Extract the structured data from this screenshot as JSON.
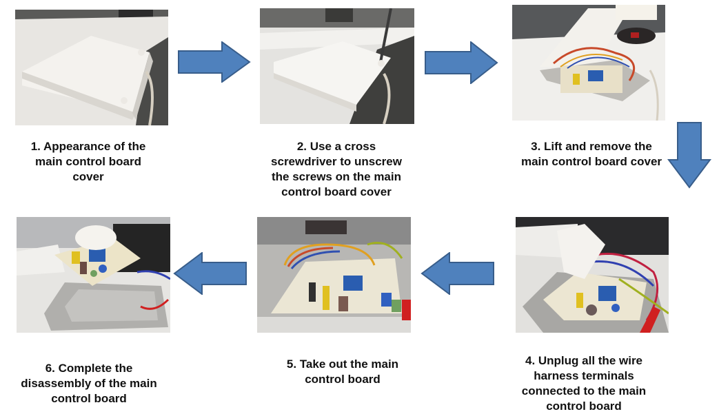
{
  "colors": {
    "arrow_fill": "#4f81bd",
    "arrow_stroke": "#385d8a",
    "caption_text": "#111111",
    "background": "#ffffff"
  },
  "steps": [
    {
      "number": 1,
      "caption_lines": [
        "1. Appearance of the",
        "main control board",
        "cover"
      ],
      "photo": "closed-control-board-cover"
    },
    {
      "number": 2,
      "caption_lines": [
        "2. Use a cross",
        "screwdriver to unscrew",
        "the screws on the main",
        "control board cover"
      ],
      "photo": "screwdriver-on-cover"
    },
    {
      "number": 3,
      "caption_lines": [
        "3. Lift and remove the",
        "main control board cover"
      ],
      "photo": "cover-lifted-board-exposed"
    },
    {
      "number": 4,
      "caption_lines": [
        "4. Unplug all the wire",
        "harness terminals",
        "connected to the main",
        "control board"
      ],
      "photo": "unplugging-wire-harness"
    },
    {
      "number": 5,
      "caption_lines": [
        "5. Take out the main",
        "control board"
      ],
      "photo": "board-with-wires"
    },
    {
      "number": 6,
      "caption_lines": [
        "6. Complete the",
        "disassembly of the main",
        "control board"
      ],
      "photo": "board-removed-by-hand"
    }
  ],
  "arrows": [
    {
      "from": 1,
      "to": 2,
      "direction": "right"
    },
    {
      "from": 2,
      "to": 3,
      "direction": "right"
    },
    {
      "from": 3,
      "to": 4,
      "direction": "down"
    },
    {
      "from": 4,
      "to": 5,
      "direction": "left"
    },
    {
      "from": 5,
      "to": 6,
      "direction": "left"
    }
  ]
}
